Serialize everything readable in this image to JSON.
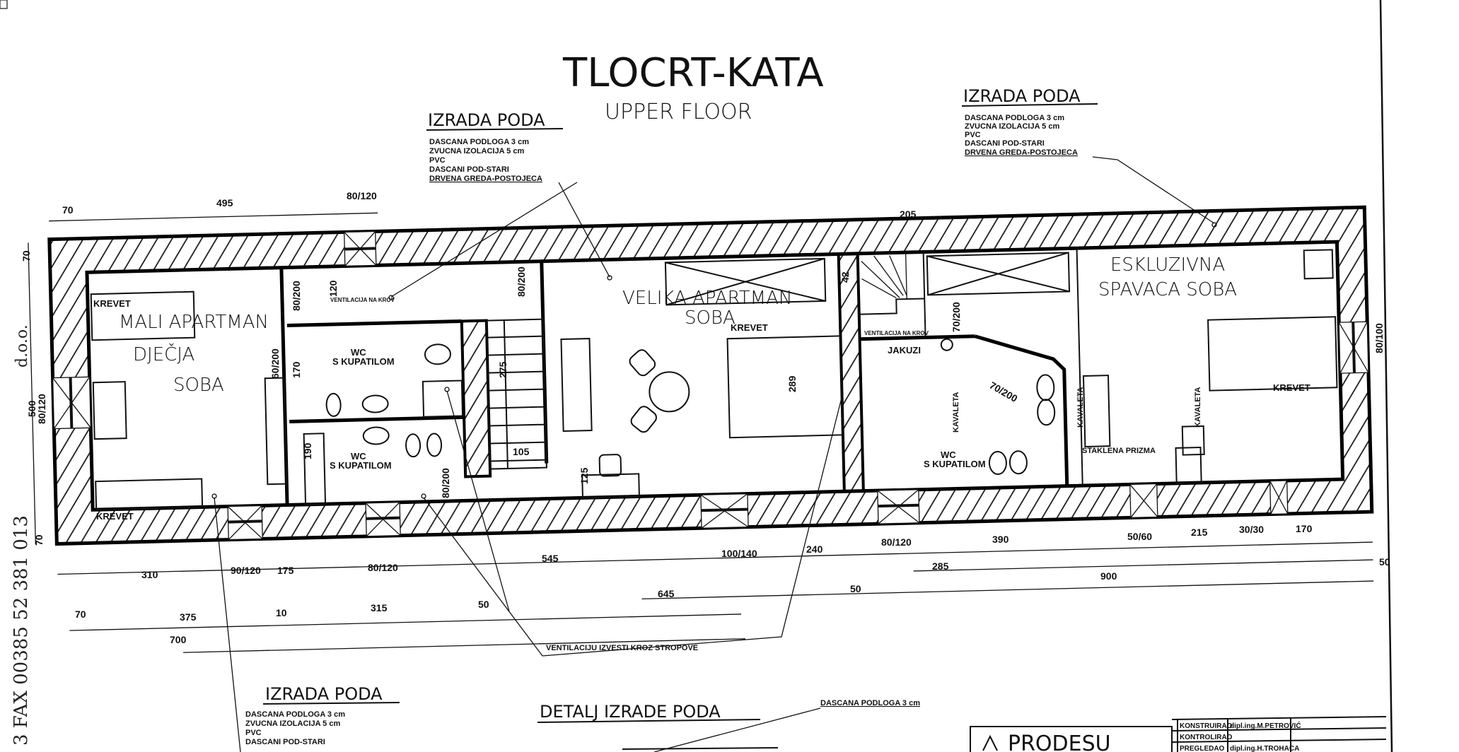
{
  "title": "TLOCRT-KATA",
  "subtitle": "UPPER FLOOR",
  "floor_notes": [
    {
      "heading": "IZRADA PODA",
      "lines": [
        "DASCANA PODLOGA 3 cm",
        "ZVUCNA IZOLACIJA 5 cm",
        "PVC",
        "DASCANI POD-STARI",
        "DRVENA GREDA-POSTOJECA"
      ]
    },
    {
      "heading": "IZRADA PODA",
      "lines": [
        "DASCANA PODLOGA 3 cm",
        "ZVUCNA IZOLACIJA 5 cm",
        "PVC",
        "DASCANI POD-STARI",
        "DRVENA GREDA-POSTOJECA"
      ]
    },
    {
      "heading": "IZRADA PODA",
      "lines": [
        "DASCANA PODLOGA 3 cm",
        "ZVUCNA IZOLACIJA 5 cm",
        "PVC",
        "DASCANI POD-STARI"
      ]
    }
  ],
  "rooms": {
    "mali_line1": "MALI APARTMAN",
    "mali_line2": "DJEČJA",
    "mali_line3": "SOBA",
    "velika_line1": "VELIKA APARTMAN",
    "velika_line2": "SOBA",
    "eskluzivna_line1": "ESKLUZIVNA",
    "eskluzivna_line2": "SPAVACA SOBA",
    "wc_line1": "WC",
    "wc_line2": "S KUPATILOM"
  },
  "fixtures": {
    "bed": "KREVET",
    "jacuzzi": "JAKUZI",
    "ventilation_roof": "VENTILACIJA NA KROV",
    "kavaleta": "KAVALETA",
    "glass_prism": "STAKLENA PRIZMA"
  },
  "dimensions": {
    "top": [
      "70",
      "495",
      "80/120",
      "205",
      "42"
    ],
    "left": [
      "70",
      "500",
      "80/120",
      "70"
    ],
    "right": [
      "80/100"
    ],
    "interior": [
      "80/200",
      "120",
      "80/200",
      "60/200",
      "170",
      "275",
      "190",
      "105",
      "125",
      "80/200",
      "289",
      "70/200",
      "70/200"
    ],
    "bottom_row1": [
      "310",
      "90/120",
      "175",
      "80/120",
      "545",
      "100/140",
      "240",
      "80/120",
      "390",
      "50/60",
      "215",
      "30/30",
      "170"
    ],
    "bottom_row2": [
      "285",
      "900",
      "50",
      "645",
      "50",
      "50"
    ],
    "bottom_row3": [
      "70",
      "375",
      "10",
      "315",
      "700"
    ]
  },
  "annotations": {
    "ventilation": "VENTILACIJU IZVESTI KROZ STROPOVE",
    "detail_title": "DETALJ IZRADE PODA",
    "detail_note": "DASCANA PODLOGA 3 cm"
  },
  "title_block": {
    "company": "PRODESU",
    "rows": [
      {
        "role": "KONSTRUIRAO",
        "name": "dipl.ing.M.PETROVIĆ"
      },
      {
        "role": "KONTROLIRAO",
        "name": ""
      },
      {
        "role": "PREGLEDAO",
        "name": "dipl.ing.H.TROHACA"
      }
    ]
  },
  "fax_header": {
    "line1": "3 FAX 00385 52 381 013",
    "line2": "d.o.o."
  }
}
